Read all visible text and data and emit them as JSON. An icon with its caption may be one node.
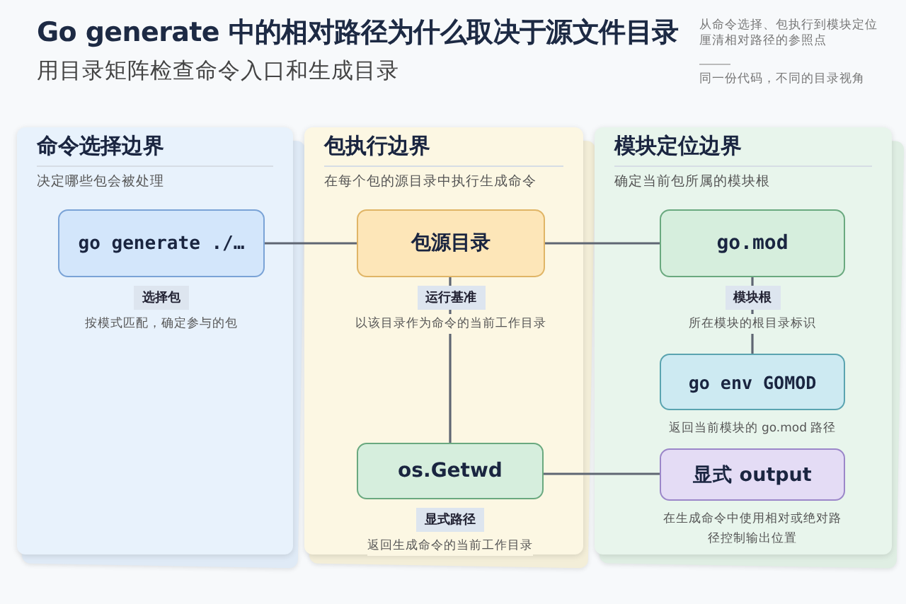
{
  "diagram": {
    "title": "Go generate 中的相对路径为什么取决于源文件目录",
    "nodes": [
      {
        "text": [
          "命令选择边界",
          "决定哪些包会被处理"
        ]
      },
      {
        "text": [
          "go generate ./…"
        ],
        "in": 0,
        "beside": [
          "选择包",
          "按模式匹配，确定参与的包"
        ]
      },
      {
        "text": [
          "包执行边界",
          "在每个包的源目录中执行生成命令"
        ]
      },
      {
        "text": [
          "包源目录"
        ],
        "in": 2,
        "beside": [
          "运行基准",
          "以该目录作为命令的当前工作目录"
        ]
      },
      {
        "text": [
          "os.Getwd"
        ],
        "in": 2,
        "beside": [
          "显式路径",
          "返回生成命令的当前工作目录"
        ]
      },
      {
        "text": [
          "模块定位边界",
          "确定当前包所属的模块根"
        ]
      },
      {
        "text": [
          "go.mod"
        ],
        "in": 5,
        "beside": [
          "模块根",
          "所在模块的根目录标识"
        ]
      },
      {
        "text": [
          "go env GOMOD"
        ],
        "in": 5,
        "beside": [
          "返回当前模块的 go.mod 路径"
        ]
      },
      {
        "text": [
          "显式 output"
        ],
        "in": 5,
        "beside": [
          "在生成命令中使用相对或绝对路径控制输出位置"
        ]
      }
    ],
    "edges": [
      {
        "from": 1,
        "to": 3,
        "arrow": "none"
      },
      {
        "from": 3,
        "to": 6,
        "arrow": "none"
      },
      {
        "from": 3,
        "to": 4,
        "arrow": "none"
      },
      {
        "from": 6,
        "to": 7,
        "arrow": "none"
      },
      {
        "from": 4,
        "to": 8,
        "arrow": "none"
      }
    ],
    "labels": [
      "用目录矩阵检查命令入口和生成目录",
      "从命令选择、包执行到模块定位厘清相对路径的参照点",
      "同一份代码，不同的目录视角"
    ]
  }
}
